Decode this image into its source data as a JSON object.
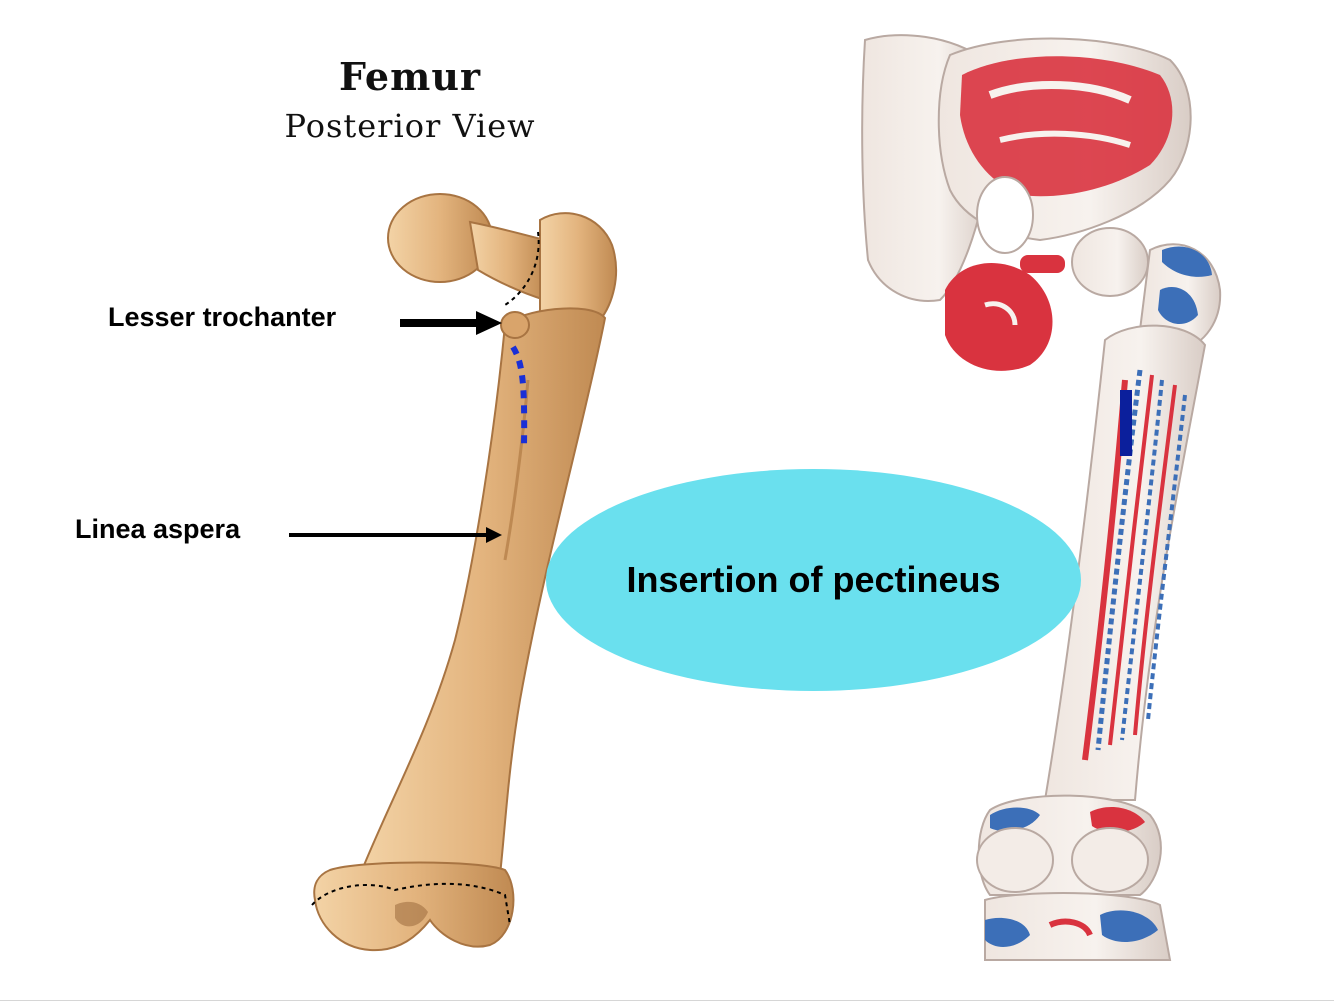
{
  "title": "Femur",
  "subtitle": "Posterior View",
  "labels": {
    "lesser_trochanter": "Lesser trochanter",
    "linea_aspera": "Linea aspera"
  },
  "callout": "Insertion of pectineus",
  "colors": {
    "bone": "#e3b47e",
    "bone_shadow": "#c58e55",
    "muscle_origin": "#d9333f",
    "muscle_insertion": "#3c6fb8",
    "marker_blue": "#1a2fd6",
    "callout_fill": "#6ae0ee"
  }
}
